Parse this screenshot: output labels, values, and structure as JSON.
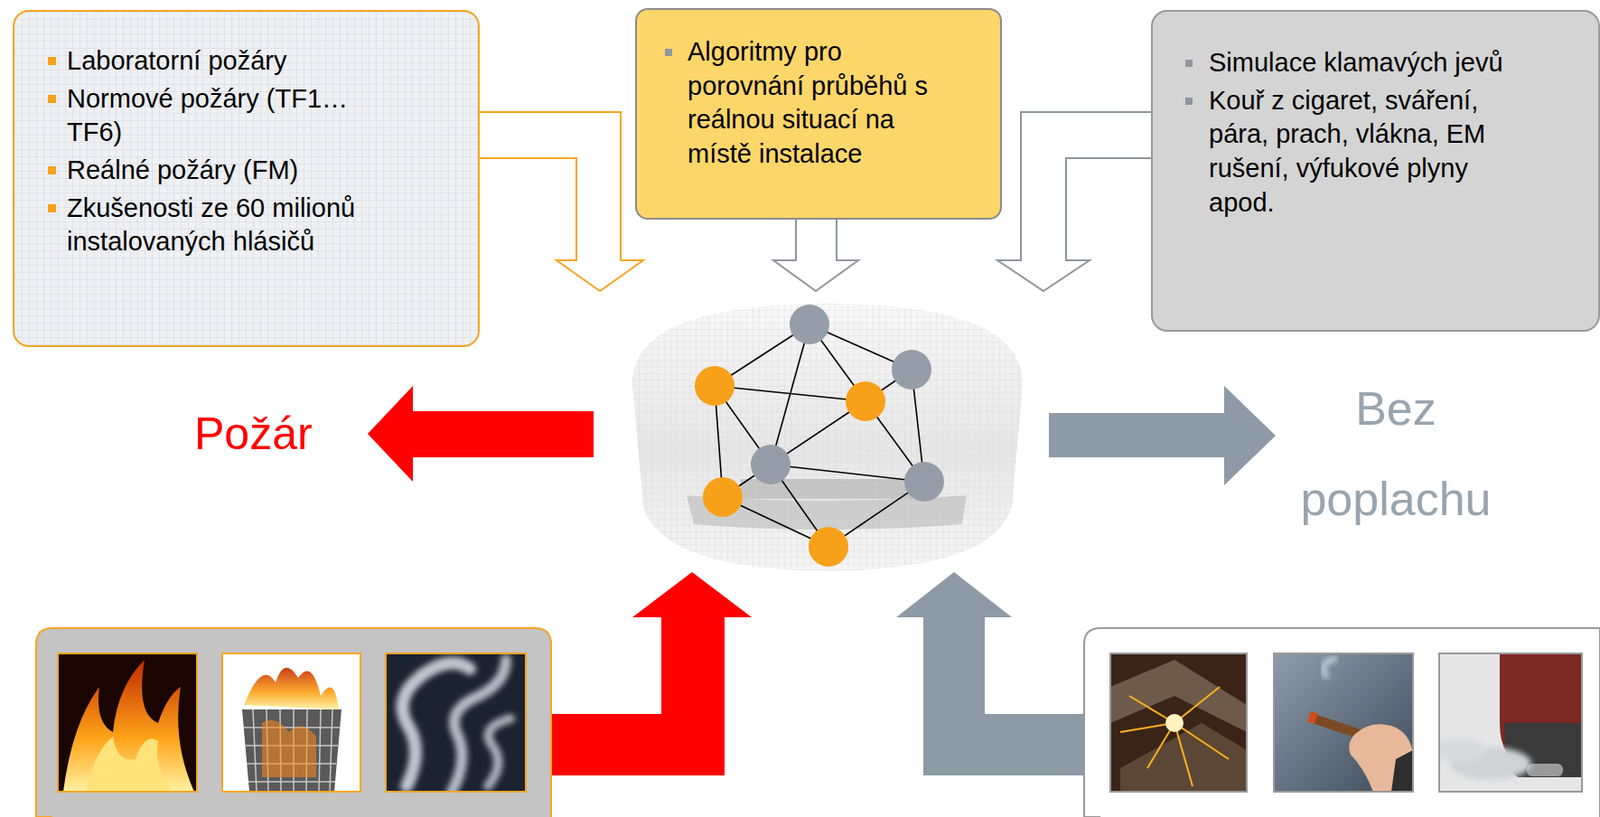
{
  "diagram": {
    "nodes": [
      {
        "text": [
          "Laboratorní požáry",
          "Normové požáry (TF1…TF6)",
          "Reálné požáry (FM)",
          "Zkušenosti ze 60 milionů instalovaných hlásičů"
        ]
      },
      {
        "text": [
          "Algoritmy pro porovnání průběhů s reálnou situací na místě instalace"
        ]
      },
      {
        "text": [
          "Simulace klamavých jevů",
          "Kouř z cigaret, sváření, pára, prach, vlákna, EM rušení, výfukové plyny apod."
        ]
      }
    ],
    "labels": [
      "Požár",
      "Bez poplachu"
    ]
  }
}
